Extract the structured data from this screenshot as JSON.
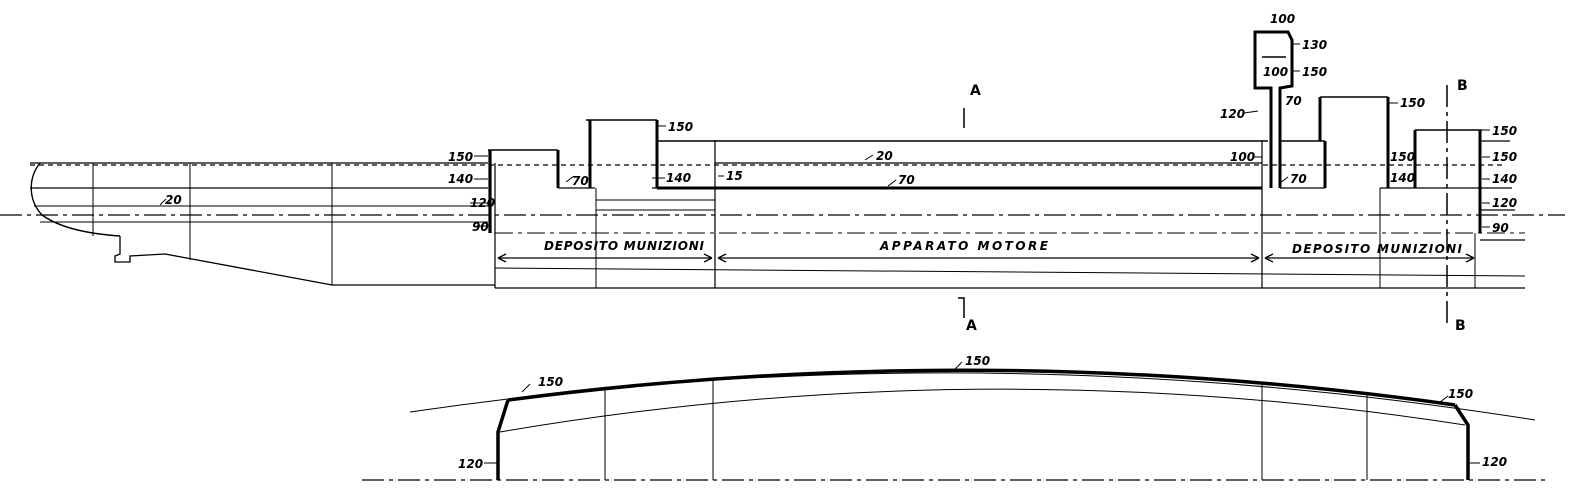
{
  "section_markers": {
    "a_top": "A",
    "a_bottom": "A",
    "b_top": "B",
    "b_bottom": "B"
  },
  "compartments": {
    "forward_magazine": "DEPOSITO MUNIZIONI",
    "machinery": "APPARATO MOTORE",
    "aft_magazine": "DEPOSITO MUNIZIONI"
  },
  "profile_labels": {
    "bow": "20",
    "fwd_left_150": "150",
    "fwd_left_140": "140",
    "fwd_left_120": "120",
    "fwd_left_90": "90",
    "fwd_inner_70": "70",
    "fwd_top_150": "150",
    "fwd_right_140": "140",
    "fwd_15": "15",
    "deck_20": "20",
    "deck_70": "70",
    "tower_100": "100",
    "tower_130": "130",
    "tower_100_inner": "100",
    "tower_150": "150",
    "tower_70": "70",
    "tower_120": "120",
    "aft_100": "100",
    "aft_70": "70",
    "aft_top_150": "150",
    "aft_inner_150": "150",
    "aft_inner_140": "140",
    "aft_right_150_top": "150",
    "aft_right_150": "150",
    "aft_right_140": "140",
    "aft_right_120": "120",
    "aft_right_90": "90"
  },
  "plan_labels": {
    "left_150": "150",
    "center_150": "150",
    "right_150": "150",
    "left_120": "120",
    "right_120": "120"
  }
}
